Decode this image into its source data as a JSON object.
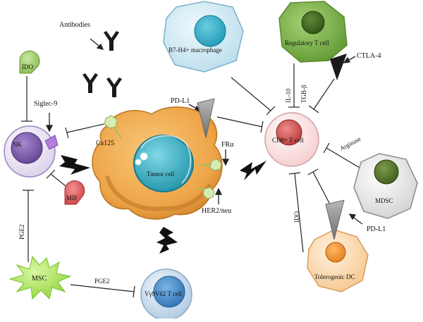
{
  "labels": {
    "antibodies": "Antibodies",
    "ido_top": "IDO",
    "siglec9": "Siglec-9",
    "nk": "NK",
    "ca125": "Ca125",
    "mif": "MIF",
    "pge2_vertical": "PGE2",
    "msc": "MSC",
    "pge2_horizontal": "PGE2",
    "vgamma_tcell": "Vγ9Vδ2 T cell",
    "pdl1_tumor": "PD-L1",
    "tumor_cell": "Tumor cell",
    "fr_alpha": "FRα",
    "her2": "HER2/neu",
    "b7_macrophage": "B7-H4+ macrophage",
    "il10": "IL-10",
    "tgf_beta": "TGB-β",
    "regulatory_tcell": "Regulatory T cell",
    "ctla4": "CTLA-4",
    "cd8_tcell": "CD8+ T cell",
    "arginase": "Arginase",
    "mdsc": "MDSC",
    "ido_dc": "IDO",
    "pdl1_dc": "PD-L1",
    "tolerogenic_dc": "Tolerogenic DC"
  },
  "colors": {
    "tumor_fill": "#f0a84a",
    "tumor_dark": "#d48a2a",
    "nucleus_fill": "#2eb0c4",
    "nk_fill": "#e3dcf0",
    "nk_nucleus": "#7a5aa8",
    "mif_fill": "#e06060",
    "ido_fill": "#a6d276",
    "msc_fill": "#b6e870",
    "vgamma_fill": "#c8dcf0",
    "vgamma_nucleus": "#3e86c8",
    "macrophage_fill": "#cfe8f2",
    "macrophage_nucleus": "#35aecb",
    "treg_fill": "#7fb347",
    "treg_nucleus": "#3f6b25",
    "cd8_fill": "#fbe0e0",
    "cd8_nucleus": "#d45050",
    "mdsc_fill": "#e8e8e8",
    "mdsc_nucleus": "#4f6b2a",
    "dc_fill": "#fcd9b0",
    "dc_nucleus": "#f08c30",
    "receptor_fill": "#d6ecb0",
    "siglec_fill": "#b080d8",
    "gray_receptor": "#8f8f8f"
  }
}
